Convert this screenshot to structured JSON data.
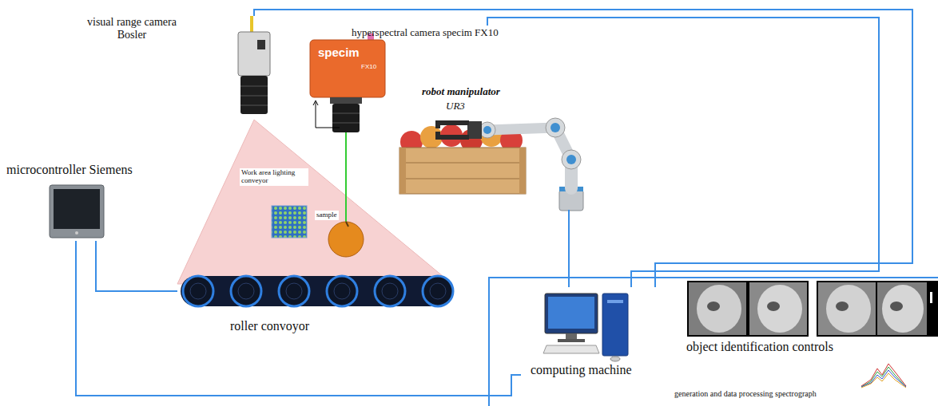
{
  "diagram": {
    "nodes": [
      {
        "text": [
          "visual range camera Bosler"
        ]
      },
      {
        "text": [
          "hyperspectral camera specim FX10"
        ]
      },
      {
        "text": [
          "robot manipulator",
          "UR3"
        ]
      },
      {
        "text": [
          "microcontroller Siemens"
        ]
      },
      {
        "text": [
          "roller convoyor"
        ]
      },
      {
        "text": [
          "computing machine"
        ]
      },
      {
        "text": [
          "object identification controls"
        ]
      },
      {
        "text": [
          "generation and data processing spectrograph"
        ]
      }
    ],
    "edges": [
      {
        "from": 0,
        "to": 5,
        "arrow": "none"
      },
      {
        "from": 1,
        "to": 5,
        "arrow": "none"
      },
      {
        "from": 2,
        "to": 5,
        "arrow": "none"
      },
      {
        "from": 3,
        "to": 4,
        "arrow": "none"
      },
      {
        "from": 3,
        "to": 5,
        "arrow": "none"
      }
    ],
    "labels": [
      "specim",
      "FX10",
      "Work area lighting conveyor",
      "sample"
    ]
  }
}
